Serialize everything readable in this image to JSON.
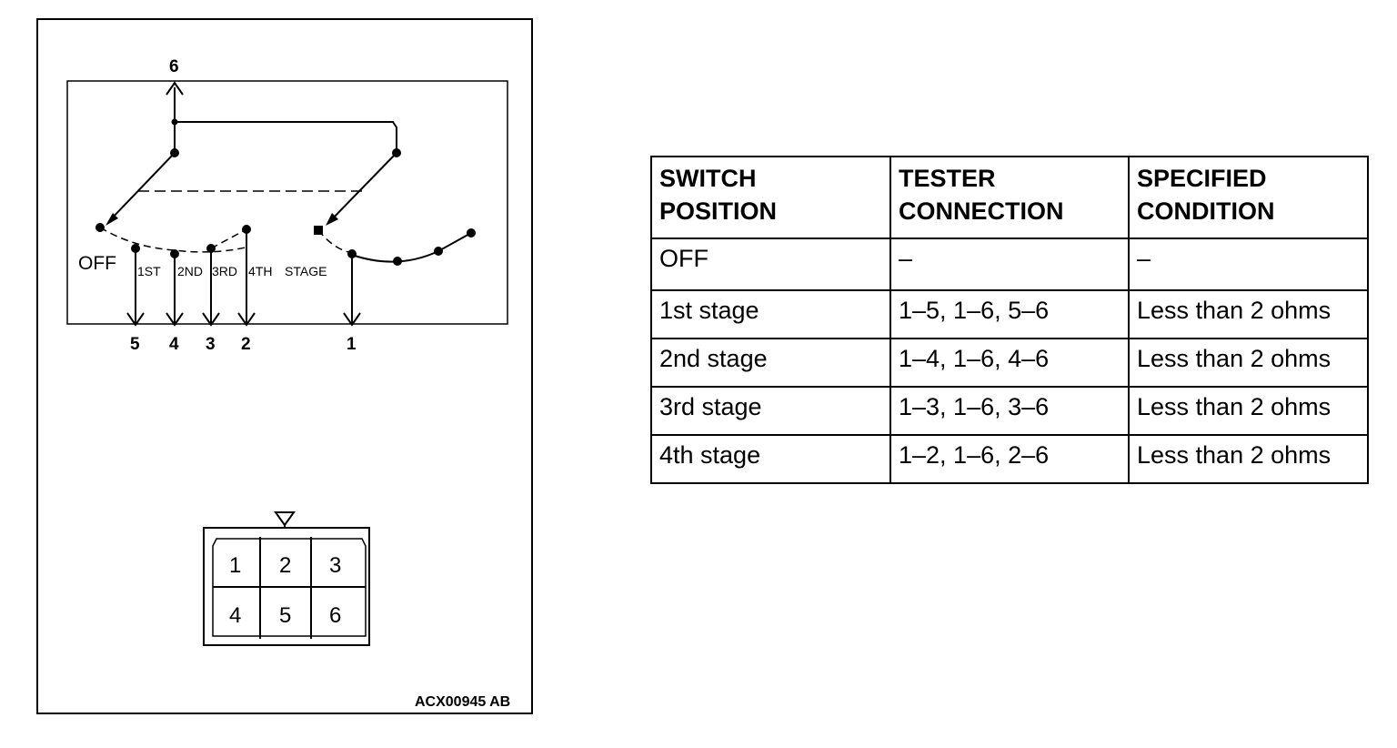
{
  "diagram": {
    "terminal_labels": [
      "6",
      "5",
      "4",
      "3",
      "2",
      "1"
    ],
    "position_labels": {
      "off": "OFF",
      "first": "1ST",
      "second": "2ND",
      "third": "3RD",
      "fourth": "4TH",
      "stage": "STAGE"
    },
    "connector_pins": [
      "1",
      "2",
      "3",
      "4",
      "5",
      "6"
    ],
    "figure_code": "ACX00945 AB"
  },
  "table": {
    "headers": [
      "SWITCH\nPOSITION",
      "TESTER\nCONNECTION",
      "SPECIFIED\nCONDITION"
    ],
    "rows": [
      {
        "position": "OFF",
        "connection": "–",
        "condition": "–"
      },
      {
        "position": "1st stage",
        "connection": "1–5, 1–6, 5–6",
        "condition": "Less than 2 ohms"
      },
      {
        "position": "2nd stage",
        "connection": "1–4, 1–6, 4–6",
        "condition": "Less than 2 ohms"
      },
      {
        "position": "3rd stage",
        "connection": "1–3, 1–6, 3–6",
        "condition": "Less than 2 ohms"
      },
      {
        "position": "4th stage",
        "connection": "1–2, 1–6, 2–6",
        "condition": "Less than 2 ohms"
      }
    ]
  }
}
